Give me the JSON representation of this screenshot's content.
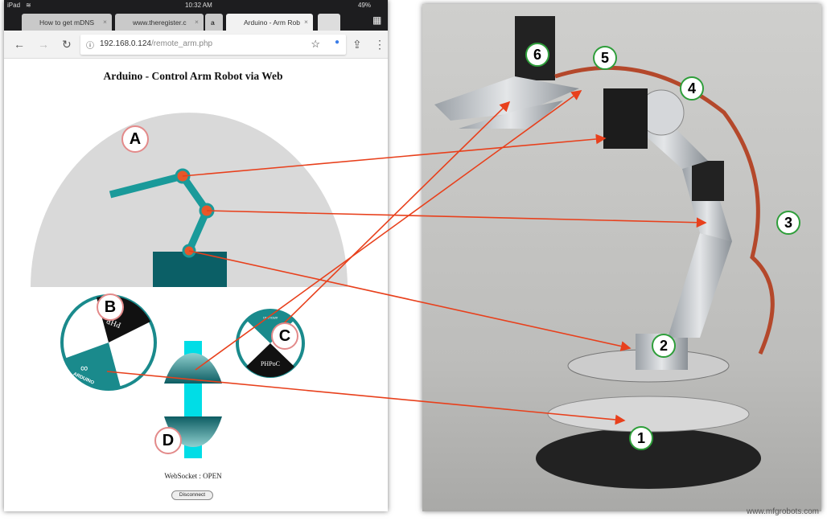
{
  "status_bar": {
    "device": "iPad",
    "time": "10:32 AM",
    "battery": "49%"
  },
  "tabs": [
    {
      "label": "How to get mDNS"
    },
    {
      "label": "www.theregister.c"
    },
    {
      "label": "a"
    },
    {
      "label": "Arduino - Arm Rob"
    }
  ],
  "address_bar": {
    "host": "192.168.0.124",
    "path": "/remote_arm.php"
  },
  "page": {
    "title": "Arduino - Control Arm Robot via Web",
    "websocket_status": "WebSocket : OPEN",
    "disconnect_label": "Disconnect",
    "logo_b_text": "ARDUINO",
    "logo_b_top": "PHP",
    "logo_c_text": "PHPoC",
    "logo_c_top": "ARDUINO"
  },
  "callouts": {
    "A": "A",
    "B": "B",
    "C": "C",
    "D": "D"
  },
  "robot_labels": [
    "1",
    "2",
    "3",
    "4",
    "5",
    "6"
  ],
  "watermark": "www.mfgrobots.com",
  "colors": {
    "arm": "#1a9a9a",
    "base": "#0b5f66",
    "joint": "#e8572a",
    "slider": "#00dde6",
    "arrow": "#e8401c",
    "callout_border": "#e38a8a",
    "number_border": "#2e9e3a"
  }
}
